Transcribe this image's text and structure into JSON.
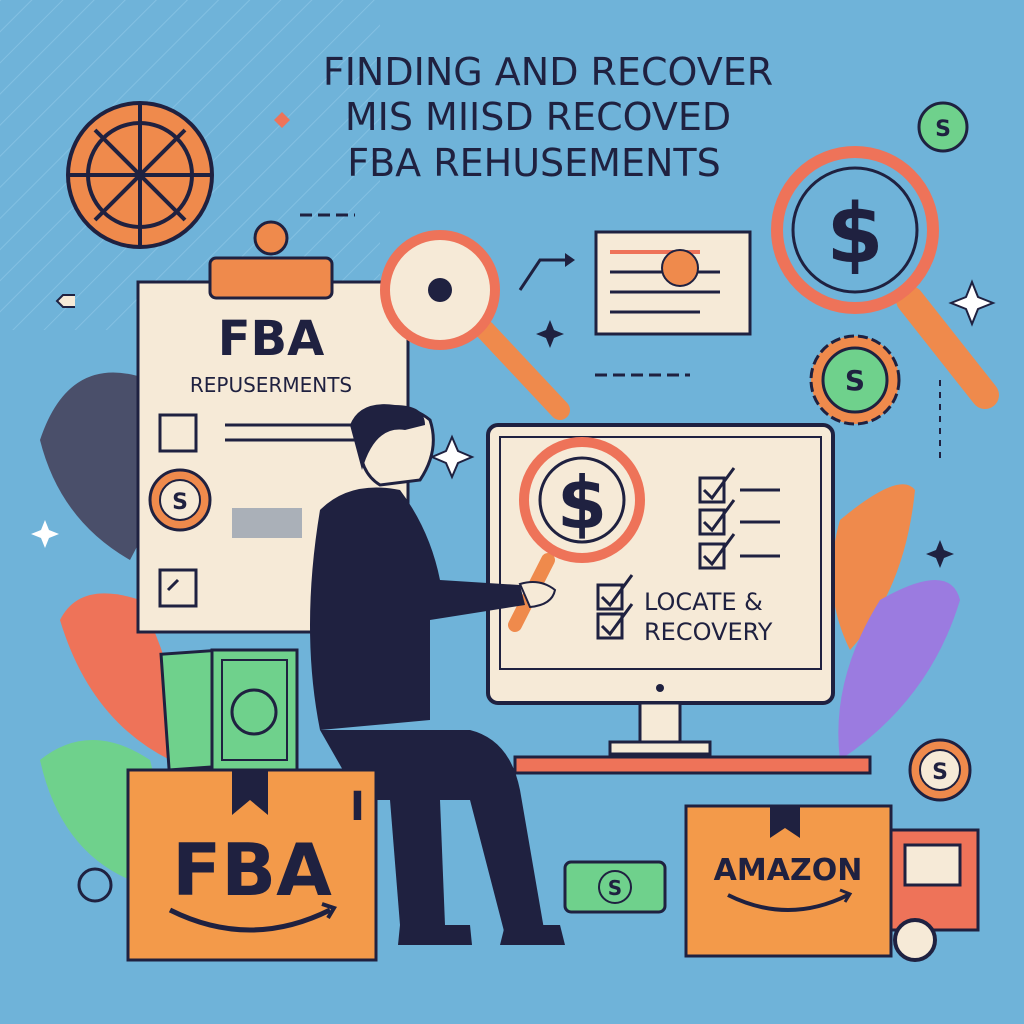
{
  "headline": {
    "line1": "FINDING AND RECOVER",
    "line2": "MIS MIISD RECOVED",
    "line3": "FBA REHUSEMENTS"
  },
  "clipboard": {
    "title": "FBA",
    "subtitle": "REPUSERMENTS",
    "coin_symbol": "S"
  },
  "monitor": {
    "magnifier_symbol": "$",
    "caption_line1": "LOCATE &",
    "caption_line2": "RECOVERY"
  },
  "big_magnifier": {
    "symbol": "$"
  },
  "coins": {
    "top_right": "S",
    "gear": "S",
    "right_mid": "S",
    "bill_floor": "S"
  },
  "box_fba": {
    "label": "FBA",
    "mark": "I"
  },
  "box_amazon": {
    "label": "AMAZON"
  },
  "colors": {
    "background": "#6fb3d9",
    "orange": "#ef8a4c",
    "coral": "#ee7359",
    "cream": "#f6ead7",
    "navy": "#1f2140",
    "green": "#6fd18c",
    "box": "#f39a4a",
    "purple": "#9b7be0"
  }
}
